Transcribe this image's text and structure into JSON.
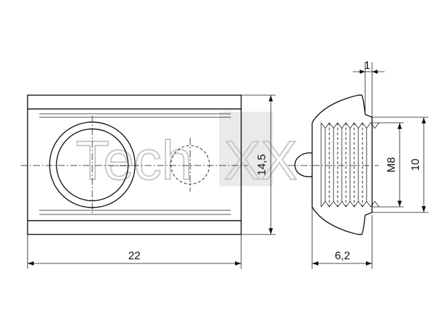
{
  "dimensions": {
    "length": "22",
    "height": "14,5",
    "step": "1",
    "thread": "M8",
    "flange": "10",
    "depth": "6,2"
  },
  "watermark": {
    "text": "TechXX",
    "color": "#c8c8c8"
  },
  "colors": {
    "line": "#111111",
    "background": "#ffffff"
  }
}
